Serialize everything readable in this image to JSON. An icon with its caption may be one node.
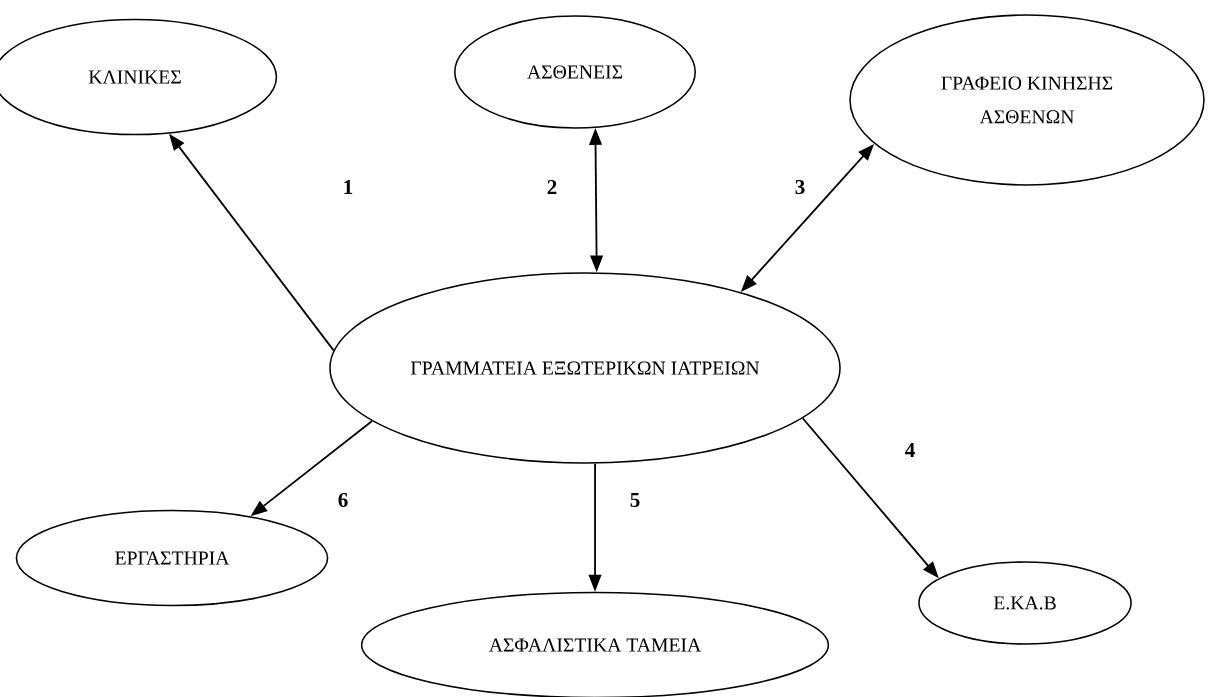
{
  "diagram": {
    "nodes": [
      {
        "text": [
          "ΚΛΙΝΙΚΕΣ"
        ]
      },
      {
        "text": [
          "ΑΣΘΕΝΕΙΣ"
        ]
      },
      {
        "text": [
          "ΓΡΑΦΕΙΟ ΚΙΝΗΣΗΣ ΑΣΘΕΝΩΝ"
        ]
      },
      {
        "text": [
          "ΓΡΑΜΜΑΤΕΙΑ ΕΞΩΤΕΡΙΚΩΝ ΙΑΤΡΕΙΩΝ"
        ]
      },
      {
        "text": [
          "ΕΡΓΑΣΤΗΡΙΑ"
        ]
      },
      {
        "text": [
          "ΑΣΦΑΛΙΣΤΙΚΑ ΤΑΜΕΙΑ"
        ]
      },
      {
        "text": [
          "Ε.ΚΑ.Β"
        ]
      }
    ],
    "edges": [
      {
        "from": 3,
        "to": 0,
        "arrow": "to",
        "label": "1"
      },
      {
        "from": 3,
        "to": 1,
        "arrow": "both",
        "label": "2"
      },
      {
        "from": 3,
        "to": 2,
        "arrow": "both",
        "label": "3"
      },
      {
        "from": 3,
        "to": 6,
        "arrow": "to",
        "label": "4"
      },
      {
        "from": 3,
        "to": 5,
        "arrow": "to",
        "label": "5"
      },
      {
        "from": 3,
        "to": 4,
        "arrow": "to",
        "label": "6"
      }
    ]
  }
}
